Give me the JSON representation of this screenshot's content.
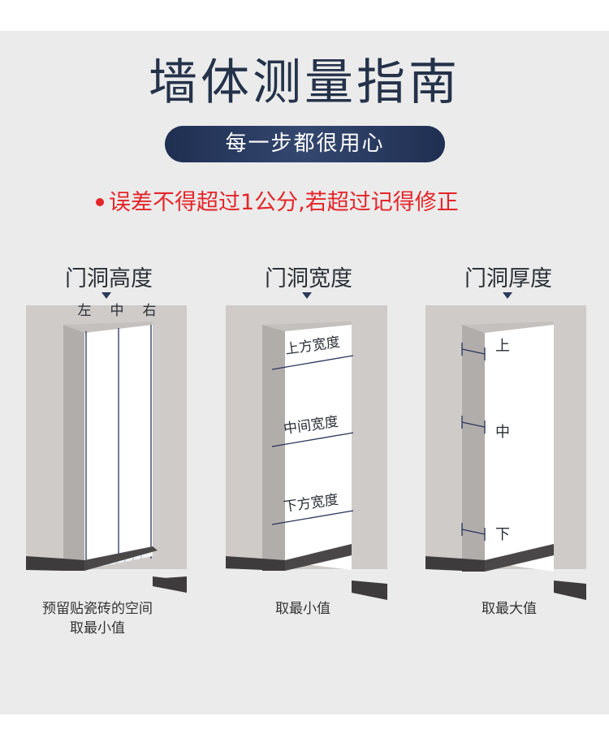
{
  "header": {
    "title": "墙体测量指南",
    "subtitle": "每一步都很用心",
    "warning": "误差不得超过1公分,若超过记得修正"
  },
  "columns": [
    {
      "title": "门洞高度",
      "labels": [
        "左",
        "中",
        "右"
      ],
      "caption_lines": [
        "预留贴瓷砖的空间",
        "取最小值"
      ]
    },
    {
      "title": "门洞宽度",
      "labels": [
        "上方宽度",
        "中间宽度",
        "下方宽度"
      ],
      "caption_lines": [
        "取最小值"
      ]
    },
    {
      "title": "门洞厚度",
      "labels": [
        "上",
        "中",
        "下"
      ],
      "caption_lines": [
        "取最大值"
      ]
    }
  ],
  "colors": {
    "navy": "#24324a",
    "warning_red": "#e4252a",
    "wall": "#cfcbc9",
    "jamb": "#b1adab",
    "skirting": "#3e3b3c"
  }
}
